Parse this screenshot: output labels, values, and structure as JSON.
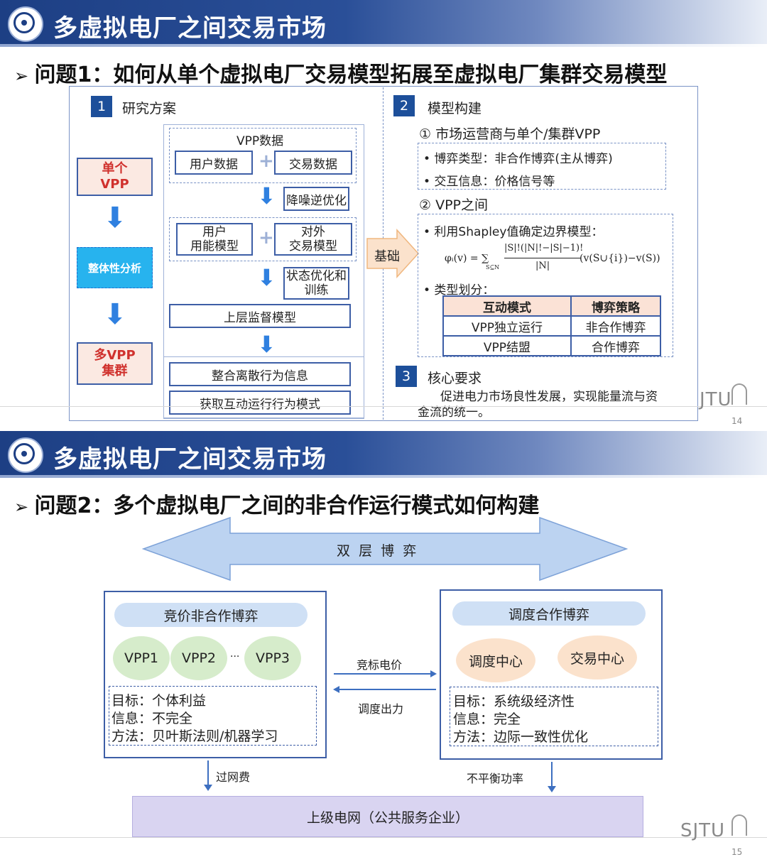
{
  "slide1": {
    "title": "多虚拟电厂之间交易市场",
    "question": "问题1：如何从单个虚拟电厂交易模型拓展至虚拟电厂集群交易模型",
    "section1": {
      "num": "1",
      "label": "研究方案"
    },
    "left_flow": {
      "single": "单个\nVPP",
      "analysis": "整体性分析",
      "cluster": "多VPP\n集群"
    },
    "vpp_data": {
      "title": "VPP数据",
      "user_data": "用户数据",
      "trade_data": "交易数据",
      "denoise": "降噪逆优化",
      "user_model": "用户\n用能模型",
      "ext_model": "对外\n交易模型",
      "state_opt": "状态优化和\n训练",
      "upper_model": "上层监督模型",
      "integrate": "整合离散行为信息",
      "obtain": "获取互动运行行为模式"
    },
    "basis": "基础",
    "section2": {
      "num": "2",
      "label": "模型构建"
    },
    "model": {
      "item1_title": "① 市场运营商与单个/集群VPP",
      "item1_a": "• 博弈类型：非合作博弈(主从博弈)",
      "item1_b": "• 交互信息：价格信号等",
      "item2_title": "② VPP之间",
      "item2_a": "• 利用Shapley值确定边界模型：",
      "formula_lhs": "φᵢ(v) = ∑",
      "formula_sub": "S⊆N",
      "formula_num": "|S|!(|N|!−|S|−1)!",
      "formula_den": "|N|",
      "formula_rhs": "(v(S∪{i})−v(S))",
      "item2_b": "• 类型划分：",
      "table": {
        "headers": [
          "互动模式",
          "博弈策略"
        ],
        "rows": [
          [
            "VPP独立运行",
            "非合作博弈"
          ],
          [
            "VPP结盟",
            "合作博弈"
          ]
        ]
      }
    },
    "section3": {
      "num": "3",
      "label": "核心要求"
    },
    "core_line1": "促进电力市场良性发展，实现能量流与资",
    "core_line2": "金流的统一。",
    "page": "14",
    "watermark": "JTU"
  },
  "slide2": {
    "title": "多虚拟电厂之间交易市场",
    "question": "问题2：多个虚拟电厂之间的非合作运行模式如何构建",
    "arrow_label": "双  层  博  弈",
    "left_panel": {
      "pill": "竞价非合作博弈",
      "vpp1": "VPP1",
      "vpp2": "VPP2",
      "dots": "···",
      "vpp3": "VPP3",
      "goal": "目标：个体利益",
      "info": "信息：不完全",
      "method": "方法：贝叶斯法则/机器学习"
    },
    "right_panel": {
      "pill": "调度合作博弈",
      "dispatch": "调度中心",
      "trade": "交易中心",
      "goal": "目标：系统级经济性",
      "info": "信息：完全",
      "method": "方法：边际一致性优化"
    },
    "mid_top": "竞标电价",
    "mid_bottom": "调度出力",
    "fee_left": "过网费",
    "fee_right": "不平衡功率",
    "grid": "上级电网（公共服务企业）",
    "page": "15",
    "watermark": "SJTU"
  },
  "colors": {
    "brand_blue": "#1d3f84",
    "red_text": "#d0312d",
    "light_blue_fill": "#cfe0f5",
    "green_oval": "#d6eccb",
    "orange_oval": "#fbe2cc",
    "grid_fill": "#d9d4f1"
  }
}
